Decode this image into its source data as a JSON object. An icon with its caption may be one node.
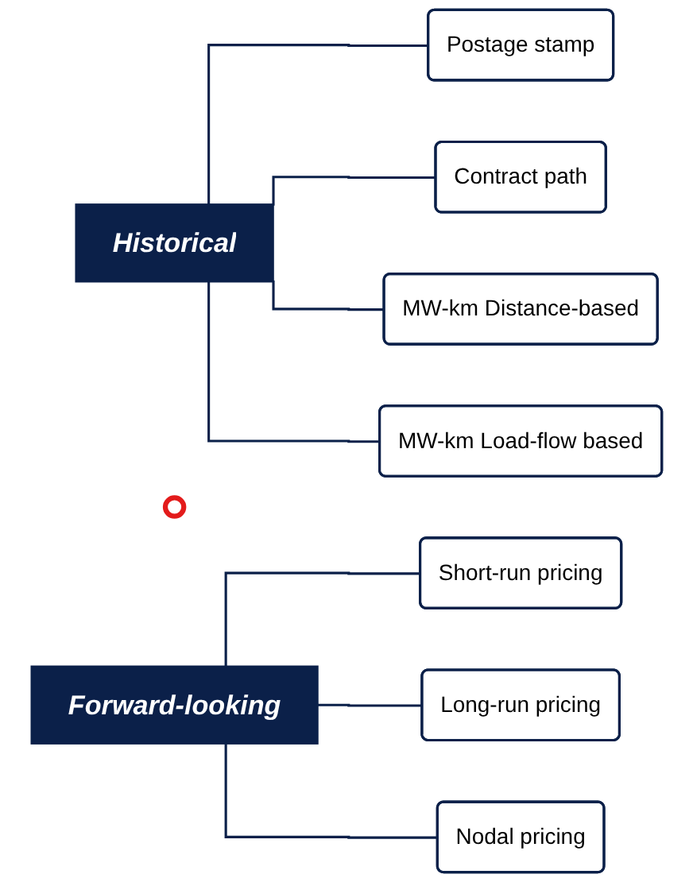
{
  "diagram": {
    "nodes": [
      {
        "text": [
          "Historical"
        ]
      },
      {
        "text": [
          "Postage stamp"
        ]
      },
      {
        "text": [
          "Contract path"
        ]
      },
      {
        "text": [
          "MW-km Distance-based"
        ]
      },
      {
        "text": [
          "MW-km Load-flow based"
        ]
      },
      {
        "text": [],
        "shape": "ellipse"
      },
      {
        "text": [
          "Forward-looking"
        ]
      },
      {
        "text": [
          "Short-run pricing"
        ]
      },
      {
        "text": [
          "Long-run pricing"
        ]
      },
      {
        "text": [
          "Nodal pricing"
        ]
      }
    ],
    "edges": [
      {
        "from": 0,
        "to": 1,
        "arrow": "none"
      },
      {
        "from": 0,
        "to": 2,
        "arrow": "none"
      },
      {
        "from": 0,
        "to": 3,
        "arrow": "none"
      },
      {
        "from": 0,
        "to": 4,
        "arrow": "none"
      },
      {
        "from": 6,
        "to": 7,
        "arrow": "none"
      },
      {
        "from": 6,
        "to": 8,
        "arrow": "none"
      },
      {
        "from": 6,
        "to": 9,
        "arrow": "none"
      }
    ]
  }
}
